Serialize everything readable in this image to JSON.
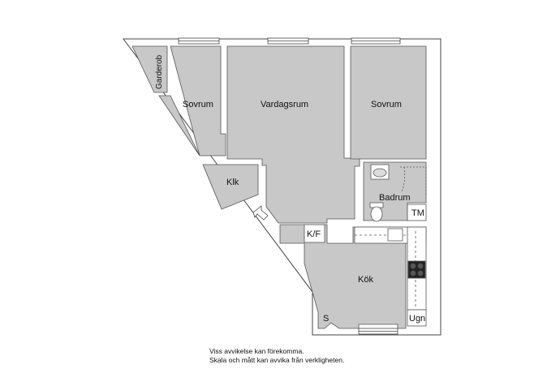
{
  "rooms": {
    "garderob": "Garderob",
    "sovrum_left": "Sovrum",
    "vardagsrum": "Vardagsrum",
    "sovrum_right": "Sovrum",
    "klk": "Klk",
    "badrum": "Badrum",
    "tm": "TM",
    "kf": "K/F",
    "kok": "Kök",
    "s": "S",
    "ugn": "Ugn"
  },
  "disclaimer": {
    "line1": "Viss avvikelse kan förekomma.",
    "line2": "Skala och mått kan avvika från verkligheten."
  },
  "colors": {
    "floor": "#c8c8c8",
    "wall": "#ffffff",
    "outline": "#555555",
    "stove": "#222222"
  }
}
